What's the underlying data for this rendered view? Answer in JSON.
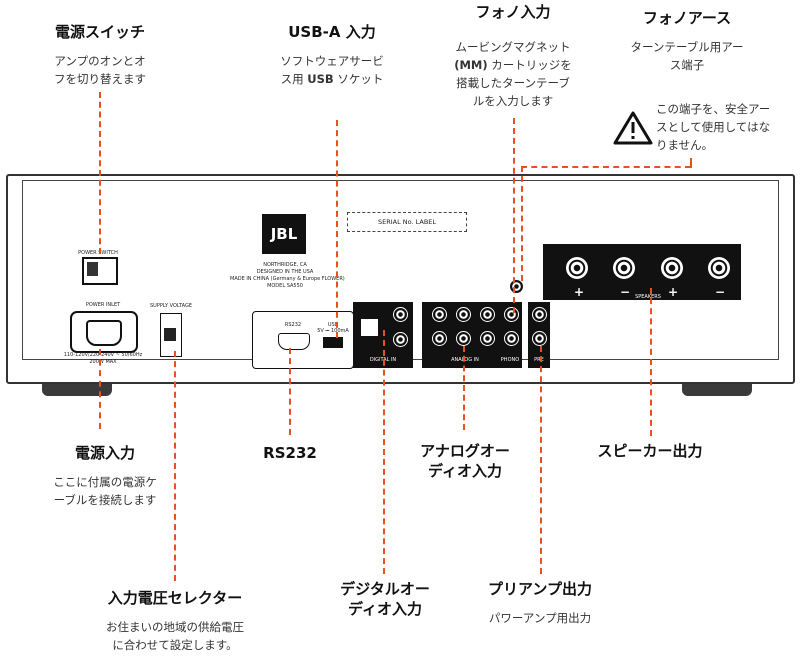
{
  "labels": {
    "power_switch": {
      "title": "電源スイッチ",
      "desc": [
        "アンプのオンとオ",
        "フを切り替えます"
      ]
    },
    "usb_a": {
      "title": "USB-A 入力",
      "desc_l1": "ソフトウェアサービ",
      "desc_l2_pre": "ス用 ",
      "desc_l2_bold": "USB",
      "desc_l2_post": " ソケット"
    },
    "phono_in": {
      "title": "フォノ入力",
      "desc_l1": "ムービングマグネット",
      "desc_l2_bold": "(MM)",
      "desc_l2_post": " カートリッジを",
      "desc_l3": "搭載したターンテーブ",
      "desc_l4": "ルを入力します"
    },
    "phono_ground": {
      "title": "フォノアース",
      "desc": [
        "ターンテーブル用アー",
        "ス端子"
      ],
      "warning": [
        "この端子を、安全アー",
        "スとして使用してはな",
        "りません。"
      ]
    },
    "power_in": {
      "title": "電源入力",
      "desc": [
        "ここに付属の電源ケ",
        "ーブルを接続します"
      ]
    },
    "rs232": {
      "title": "RS232"
    },
    "analog_in": {
      "title": [
        "アナログオー",
        "ディオ入力"
      ]
    },
    "speaker_out": {
      "title": "スピーカー出力"
    },
    "voltage_selector": {
      "title": "入力電圧セレクター",
      "desc": [
        "お住まいの地域の供給電圧",
        "に合わせて設定します。"
      ]
    },
    "digital_in": {
      "title": [
        "デジタルオー",
        "ディオ入力"
      ]
    },
    "preamp_out": {
      "title": "プリアンプ出力",
      "desc": [
        "パワーアンプ用出力"
      ]
    }
  },
  "panel": {
    "brand": "JBL",
    "serial_label": "SERIAL No. LABEL",
    "power_switch_text": "POWER SWITCH",
    "power_inlet_text": "POWER INLET",
    "power_rating": "110-120V/220-240V ~ 50/60Hz",
    "power_watts": "200W MAX",
    "voltage_text": "SUPPLY VOLTAGE",
    "address": [
      "NORTHRIDGE, CA",
      "DESIGNED IN THE USA",
      "MADE IN CHINA (Germany & Europe FLOWER)",
      "MODEL SA550"
    ],
    "rs232_text": "RS232",
    "usb_text": "USB",
    "usb_rating": "5V ⎓ 100mA",
    "digital_text": "DIGITAL IN",
    "analog_text": "ANALOG IN",
    "phono_text": "PHONO",
    "pre_text": "PRE",
    "speaker_text": "SPEAKERS",
    "plus": "+",
    "minus": "−"
  },
  "colors": {
    "leader": "#e8501f",
    "panel_dark": "#111111"
  }
}
